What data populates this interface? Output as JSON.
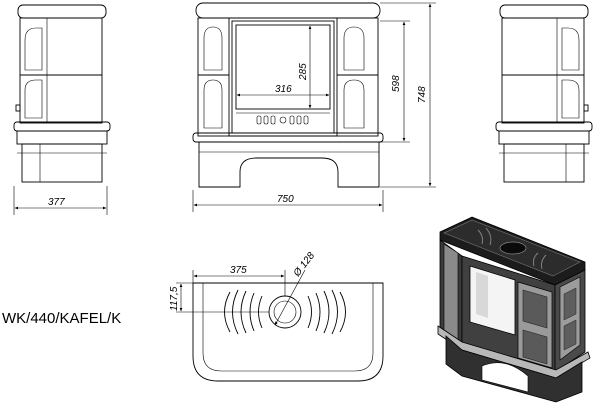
{
  "model_label": "WK/440/KAFEL/K",
  "dimensions": {
    "side_depth": "377",
    "front_width": "750",
    "inner_width": "316",
    "inner_height": "285",
    "door_height": "598",
    "total_height": "748",
    "top_offset": "375",
    "top_depth": "117,5",
    "flue_diameter": "Ø 128"
  }
}
